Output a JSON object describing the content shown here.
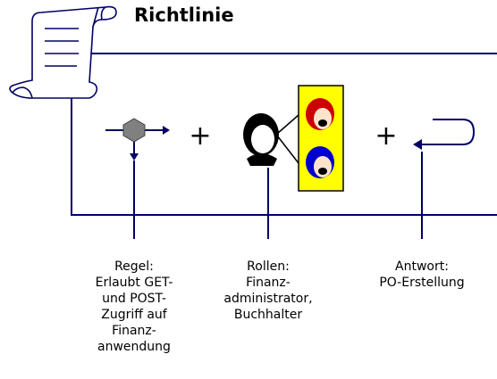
{
  "title": "Richtlinie",
  "icons": {
    "policy": "scroll-icon",
    "rule": "gear-arrows-icon",
    "roles": "users-icon",
    "response": "loop-arrow-icon"
  },
  "operators": {
    "plus1": "+",
    "plus2": "+"
  },
  "labels": {
    "rule": "Regel:\nErlaubt GET-\nund POST-\nZugriff auf\nFinanz-\nanwendung",
    "roles": "Rollen:\nFinanz-\nadministrator,\nBuchhalter",
    "response": "Antwort:\nPO-Erstellung"
  },
  "colors": {
    "line": "#000066",
    "roles_panel": "#ffff00",
    "hat_red": "#cc0000",
    "hat_blue": "#0000cc",
    "rule_hexagon": "#808080"
  }
}
